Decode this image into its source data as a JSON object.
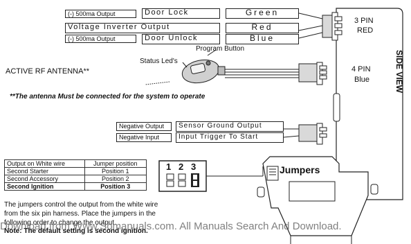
{
  "harness_top": [
    {
      "output": "(-) 500ma Output",
      "function": "Door Lock",
      "wire": "Green"
    },
    {
      "output": "Voltage Inverter Output",
      "wire": "Red"
    },
    {
      "output": "(-) 500ma Output",
      "function": "Door Unlock",
      "wire": "Blue"
    }
  ],
  "connector_3pin": {
    "line1": "3 PIN",
    "line2": "RED"
  },
  "connector_4pin": {
    "line1": "4 PIN",
    "line2": "Blue"
  },
  "side_view": "SIDE VIEW",
  "program_button": "Program Button",
  "status_leds": "Status Led's",
  "antenna_label": "ACTIVE RF ANTENNA**",
  "antenna_note": "**The antenna Must be connected for the system to operate",
  "harness_bottom": [
    {
      "type": "Negative Output",
      "function": "Sensor Ground Output"
    },
    {
      "type": "Negative Input",
      "function": "Input Trigger To Start"
    }
  ],
  "jumpers_label": "Jumpers",
  "jumper_digits": [
    "1",
    "2",
    "3"
  ],
  "jumper_table": {
    "headers": [
      "Output on White wire",
      "Jumper position"
    ],
    "rows": [
      [
        "Second Starter",
        "Position 1"
      ],
      [
        "Second Accessory",
        "Position 2"
      ],
      [
        "Second Ignition",
        "Position 3"
      ]
    ]
  },
  "jumper_text": [
    "The jumpers control the output from the white wire",
    "from the six pin harness. Place the jumpers in the",
    "following order to change the output."
  ],
  "note": "Note: The default setting is second ignition.",
  "watermark": "Download from Www.Somanuals.com. All Manuals Search And Download.",
  "colors": {
    "line": "#222222",
    "plug_fill": "#d9d9d9",
    "page": "#ffffff"
  }
}
